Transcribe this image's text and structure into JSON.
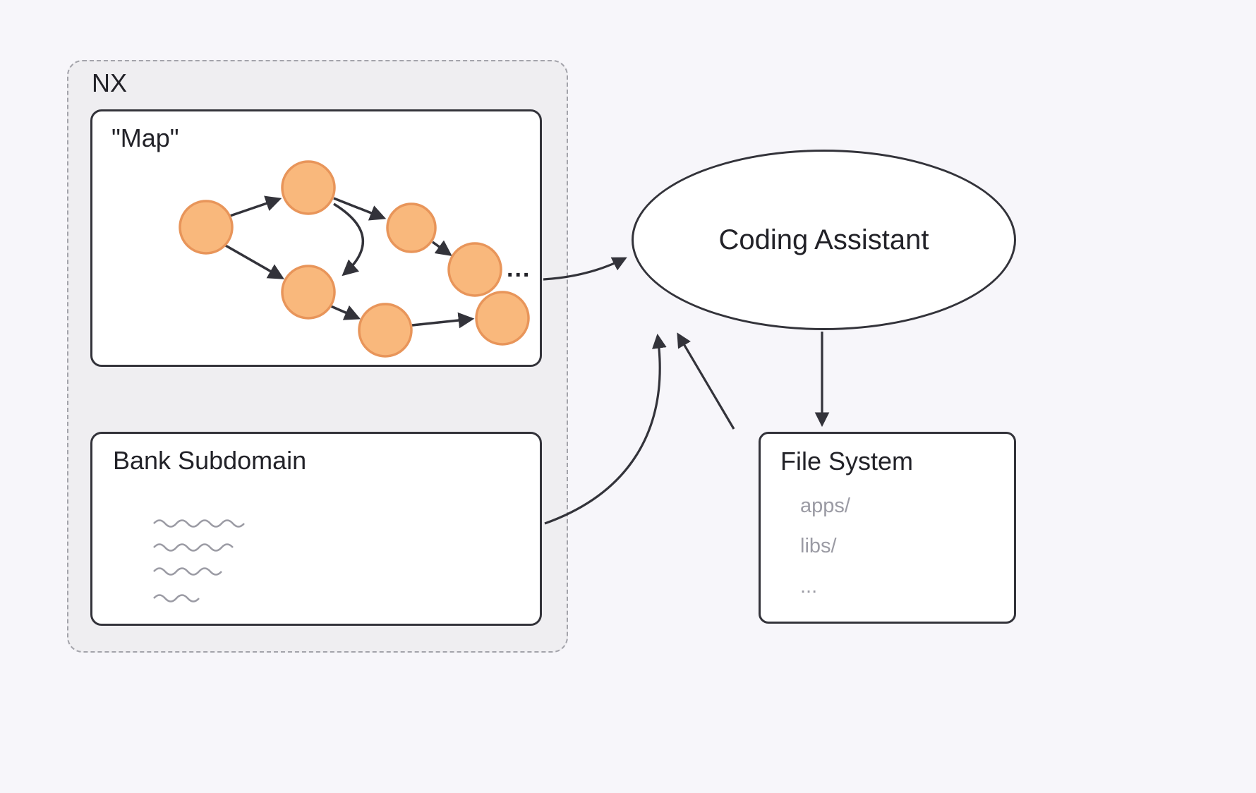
{
  "diagram": {
    "nx": {
      "label": "NX",
      "map_box": {
        "label": "\"Map\"",
        "ellipsis": "..."
      },
      "bank_box": {
        "label": "Bank Subdomain"
      }
    },
    "assistant": {
      "label": "Coding Assistant"
    },
    "file_system": {
      "title": "File System",
      "items": {
        "0": "apps/",
        "1": "libs/",
        "2": "..."
      }
    }
  },
  "colors": {
    "background": "#f7f6fa",
    "panel_background": "#efeef1",
    "box_border": "#33333a",
    "dashed_border": "#a3a3aa",
    "node_fill": "#f9b87c",
    "node_stroke": "#e8955a",
    "arrow_line": "#33333a",
    "muted_text": "#9b9ba4"
  }
}
